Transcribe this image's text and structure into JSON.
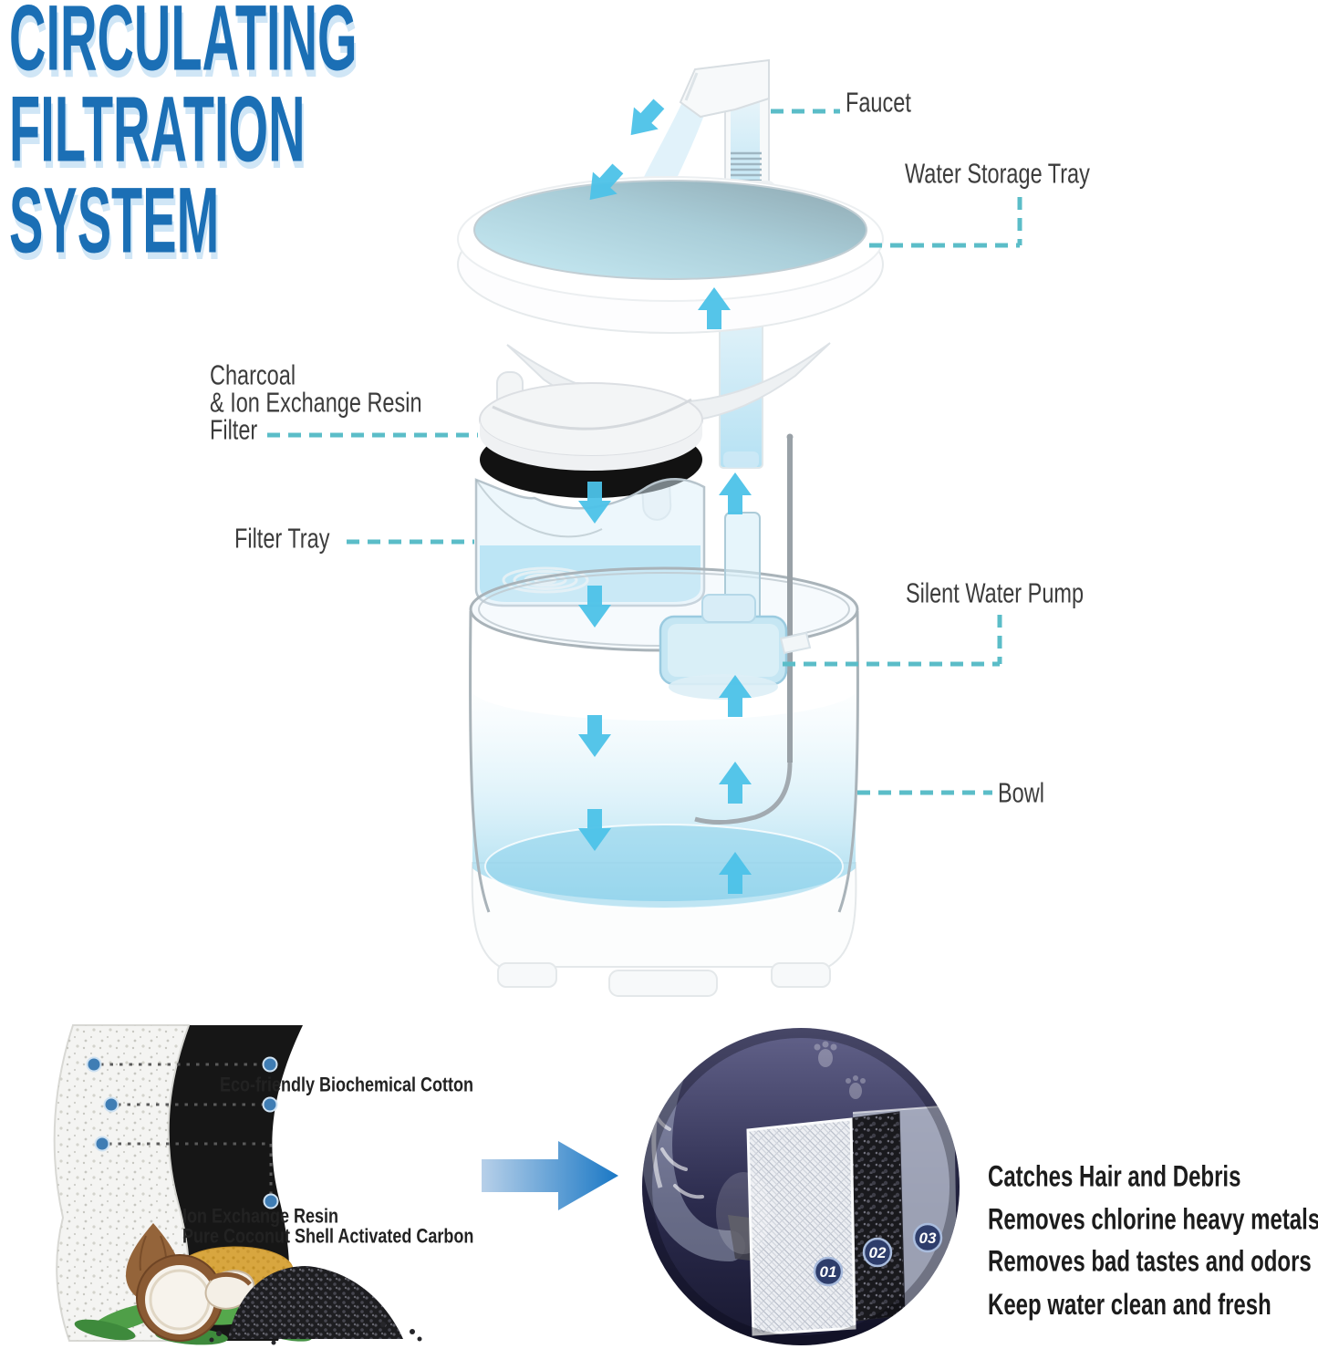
{
  "title": {
    "lines": [
      "CIRCULATING",
      "FILTRATION",
      "SYSTEM"
    ]
  },
  "part_labels": {
    "faucet": "Faucet",
    "water_storage_tray": "Water Storage Tray",
    "charcoal_filter": [
      "Charcoal",
      "& Ion Exchange Resin",
      "Filter"
    ],
    "filter_tray": "Filter Tray",
    "silent_water_pump": "Silent Water Pump",
    "bowl": "Bowl"
  },
  "filter_section": {
    "cotton_label": "Eco-friendly Biochemical Cotton",
    "resin_label": "Ion Exchange Resin",
    "carbon_label": "Pure Coconut Shell Activated Carbon",
    "stages": [
      "01",
      "02",
      "03"
    ]
  },
  "benefits": [
    "Catches Hair and Debris",
    "Removes chlorine heavy metals",
    "Removes bad tastes and odors",
    "Keep water clean and fresh"
  ],
  "colors": {
    "title_blue": "#1b6fb5",
    "label_gray": "#3c3c3c",
    "benefit_black": "#1c1c1c",
    "leader_teal": "#5bbdc8",
    "dotted_gray": "#5a5a5a",
    "dot_blue": "#3f7db4",
    "arrow_cyan": "#4cc2e8",
    "big_arrow_start": "#b7d0e9",
    "big_arrow_end": "#1a78c5"
  }
}
